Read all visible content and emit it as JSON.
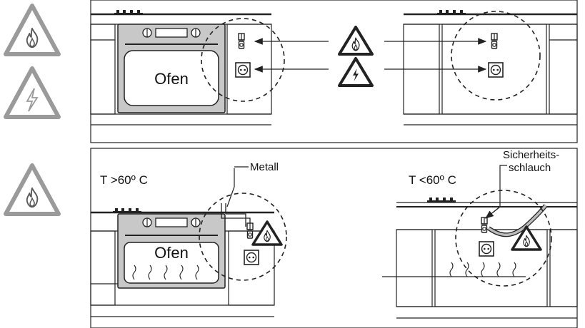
{
  "panel_top": {
    "oven_label": "Ofen"
  },
  "panel_bottom": {
    "oven_label": "Ofen",
    "temp_left": "T >60º C",
    "temp_right": "T <60º C",
    "metal_label": "Metall",
    "hose_label_line1": "Sicherheits-",
    "hose_label_line2": "schlauch"
  },
  "icons": {
    "side_top": "gas-fire-warning-icon",
    "side_middle": "electric-warning-icon",
    "side_bottom": "gas-fire-warning-icon",
    "center_top": "gas-fire-warning-icon",
    "center_bottom": "electric-warning-icon"
  },
  "colors": {
    "line": "#222222",
    "warning_gray": "#9a9a9a",
    "oven_fill": "#c8c8c8"
  }
}
